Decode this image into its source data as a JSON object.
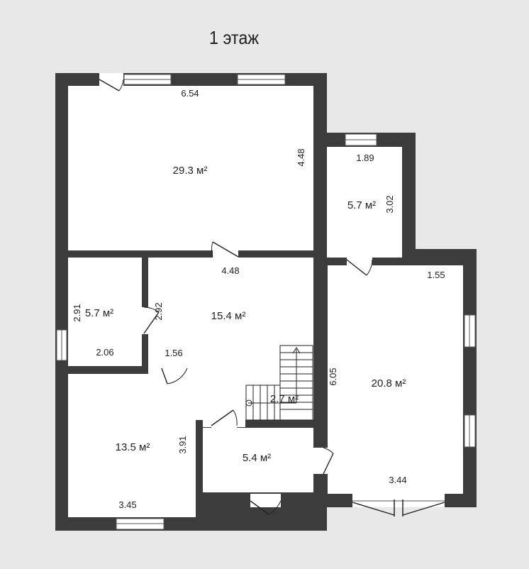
{
  "title": "1 этаж",
  "rooms": [
    {
      "area": "29.3 м²",
      "dims": [
        "6.54",
        "4.48"
      ]
    },
    {
      "area": "5.7 м²",
      "dims": [
        "1.89",
        "3.02"
      ]
    },
    {
      "area": "5.7 м²",
      "dims": [
        "2.91",
        "2.06"
      ]
    },
    {
      "area": "15.4 м²",
      "dims": [
        "4.48",
        "2.92",
        "1.56"
      ]
    },
    {
      "area": "2.7 м²",
      "dims": []
    },
    {
      "area": "20.8 м²",
      "dims": [
        "1.55",
        "6.05",
        "3.44"
      ]
    },
    {
      "area": "13.5 м²",
      "dims": [
        "3.91",
        "3.45"
      ]
    },
    {
      "area": "5.4 м²",
      "dims": []
    }
  ],
  "colors": {
    "wall": "#3c3c3c",
    "floor": "#ffffff",
    "background": "#e8e8e8"
  }
}
